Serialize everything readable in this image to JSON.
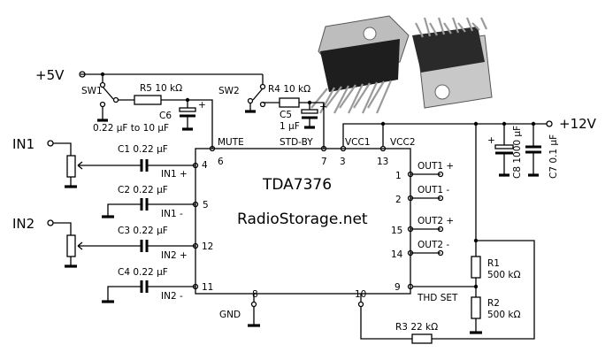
{
  "supply": {
    "plus5v": "+5V",
    "plus12v": "+12V"
  },
  "inputs": {
    "in1": "IN1",
    "in2": "IN2"
  },
  "switches": {
    "sw1": "SW1",
    "sw2": "SW2"
  },
  "components": {
    "r5": "R5 10 kΩ",
    "r4": "R4 10 kΩ",
    "c6_name": "C6",
    "c6_value": "0.22 μF to 10 μF",
    "c5_name": "C5",
    "c5_value": "1 μF",
    "c1": "C1  0.22 μF",
    "c2": "C2  0.22 μF",
    "c3": "C3  0.22 μF",
    "c4": "C4  0.22 μF",
    "c8": "C8  1000 μF",
    "c7": "C7  0.1 μF",
    "r1_name": "R1",
    "r1_value": "500 kΩ",
    "r2_name": "R2",
    "r2_value": "500 kΩ",
    "r3": "R3  22 kΩ"
  },
  "chip": {
    "name": "TDA7376",
    "watermark": "RadioStorage.net",
    "pins_left": [
      {
        "label": "IN1 +",
        "num": "4"
      },
      {
        "label": "IN1 -",
        "num": "5"
      },
      {
        "label": "IN2 +",
        "num": "12"
      },
      {
        "label": "IN2 -",
        "num": "11"
      }
    ],
    "pins_top": [
      {
        "label": "MUTE",
        "num": "6"
      },
      {
        "label": "STD-BY",
        "num": "7"
      },
      {
        "label": "VCC1",
        "num": "3"
      },
      {
        "label": "VCC2",
        "num": "13"
      }
    ],
    "pins_right": [
      {
        "label": "OUT1 +",
        "num": "1"
      },
      {
        "label": "OUT1 -",
        "num": "2"
      },
      {
        "label": "OUT2 +",
        "num": "15"
      },
      {
        "label": "OUT2 -",
        "num": "14"
      },
      {
        "label": "THD SET",
        "num": "9"
      }
    ],
    "pins_bottom": [
      {
        "label": "GND",
        "num": "8"
      },
      {
        "label": "",
        "num": "10"
      }
    ]
  },
  "polarity": {
    "plus": "+"
  },
  "colors": {
    "wire": "#000000",
    "package_body": "#2a2a2a",
    "package_tab": "#c8c8c8"
  }
}
